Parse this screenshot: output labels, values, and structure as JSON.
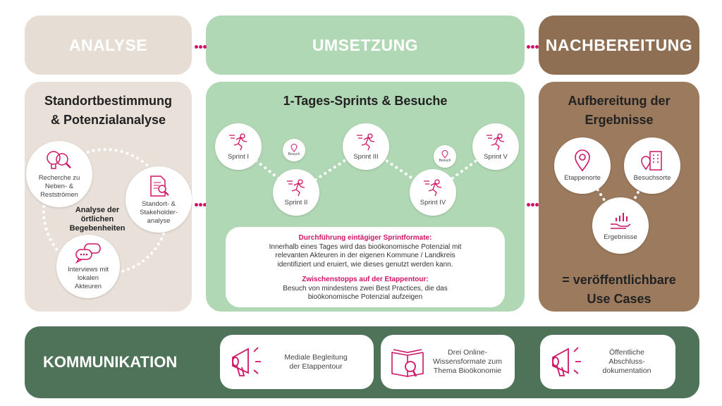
{
  "headers": {
    "analyse": "ANALYSE",
    "umsetzung": "UMSETZUNG",
    "nachbereitung": "NACHBEREITUNG"
  },
  "analyse": {
    "title_line1": "Standortbestimmung",
    "title_line2": "& Potenzialanalyse",
    "center_line1": "Analyse der",
    "center_line2": "örtlichen",
    "center_line3": "Begebenheiten",
    "items": [
      {
        "l1": "Recherche zu",
        "l2": "Neben- &",
        "l3": "Restströmen",
        "icon": "research-bulb-icon"
      },
      {
        "l1": "Standort- &",
        "l2": "Stakeholder-",
        "l3": "analyse",
        "icon": "document-search-icon"
      },
      {
        "l1": "Interviews mit",
        "l2": "lokalen",
        "l3": "Akteuren",
        "icon": "chat-bubbles-icon"
      }
    ]
  },
  "umsetzung": {
    "title": "1-Tages-Sprints & Besuche",
    "sprints": [
      "Sprint I",
      "Sprint II",
      "Sprint III",
      "Sprint IV",
      "Sprint V"
    ],
    "visit_label": "Besuch",
    "box": {
      "h1": "Durchführung eintägiger Sprintformate:",
      "p1_l1": "Innerhalb eines Tages wird das bioökonomische Potenzial mit",
      "p1_l2": "relevanten Akteuren in der eigenen Kommune / Landkreis",
      "p1_l3": "identifiziert und eruiert, wie dieses genutzt werden kann.",
      "h2": "Zwischenstopps auf der Etappentour:",
      "p2_l1": "Besuch von mindestens zwei Best Practices, die das",
      "p2_l2": "bioökonomische Potenzial aufzeigen"
    }
  },
  "nachbereitung": {
    "title_line1": "Aufbereitung der",
    "title_line2": "Ergebnisse",
    "items": [
      "Etappenorte",
      "Besuchsorte",
      "Ergebnisse"
    ],
    "result_line1": "= veröffentlichbare",
    "result_line2": "Use Cases"
  },
  "kommunikation": {
    "title": "KOMMUNIKATION",
    "cards": [
      {
        "l1": "Mediale Begleitung",
        "l2": "der Etappentour",
        "l3": ""
      },
      {
        "l1": "Drei Online-",
        "l2": "Wissensformate zum",
        "l3": "Thema Bioökonomie"
      },
      {
        "l1": "Öffentliche",
        "l2": "Abschluss-",
        "l3": "dokumentation"
      }
    ]
  },
  "colors": {
    "accent": "#cf1467",
    "analyse": "#e8e0d9",
    "umsetzung": "#b1d8b4",
    "nachbereitung": "#9c7a5e",
    "nachbereitung_header": "#8f6f54",
    "kommunikation": "#4f7359"
  }
}
